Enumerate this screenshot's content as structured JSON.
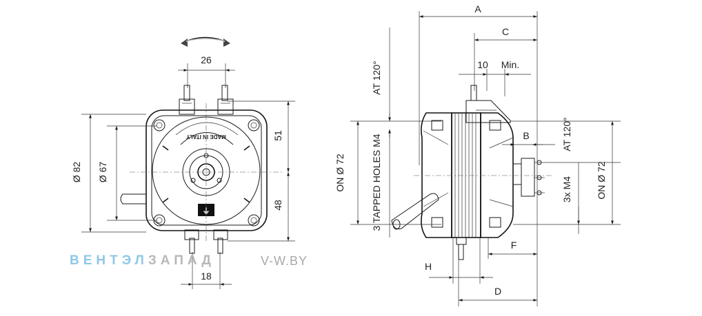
{
  "front_view": {
    "top_width": "26",
    "bottom_width": "18",
    "diameter_outer": "Ø 82",
    "diameter_inner": "Ø 67",
    "upper_height": "51",
    "lower_height": "48",
    "plate_text": "MADE IN ITALY"
  },
  "side_view": {
    "dim_a": "A",
    "dim_b": "B",
    "dim_c": "C",
    "dim_d": "D",
    "dim_f": "F",
    "dim_h": "H",
    "dim_10": "10",
    "dim_min": "Min.",
    "left_holes": "3 TAPPED HOLES M4",
    "left_angle": "AT 120°",
    "left_circle": "ON Ø 72",
    "right_holes": "3x M4",
    "right_angle": "AT 120°",
    "right_circle": "ON Ø 72"
  },
  "watermark": {
    "brand_part1": "ВЕНТЭЛ",
    "brand_part2": "ЗАПАД",
    "site": "V-W.BY"
  },
  "colors": {
    "line": "#1a1a1a",
    "watermark_blue": "#8fc8e6",
    "watermark_gray": "#b8b8b8"
  }
}
